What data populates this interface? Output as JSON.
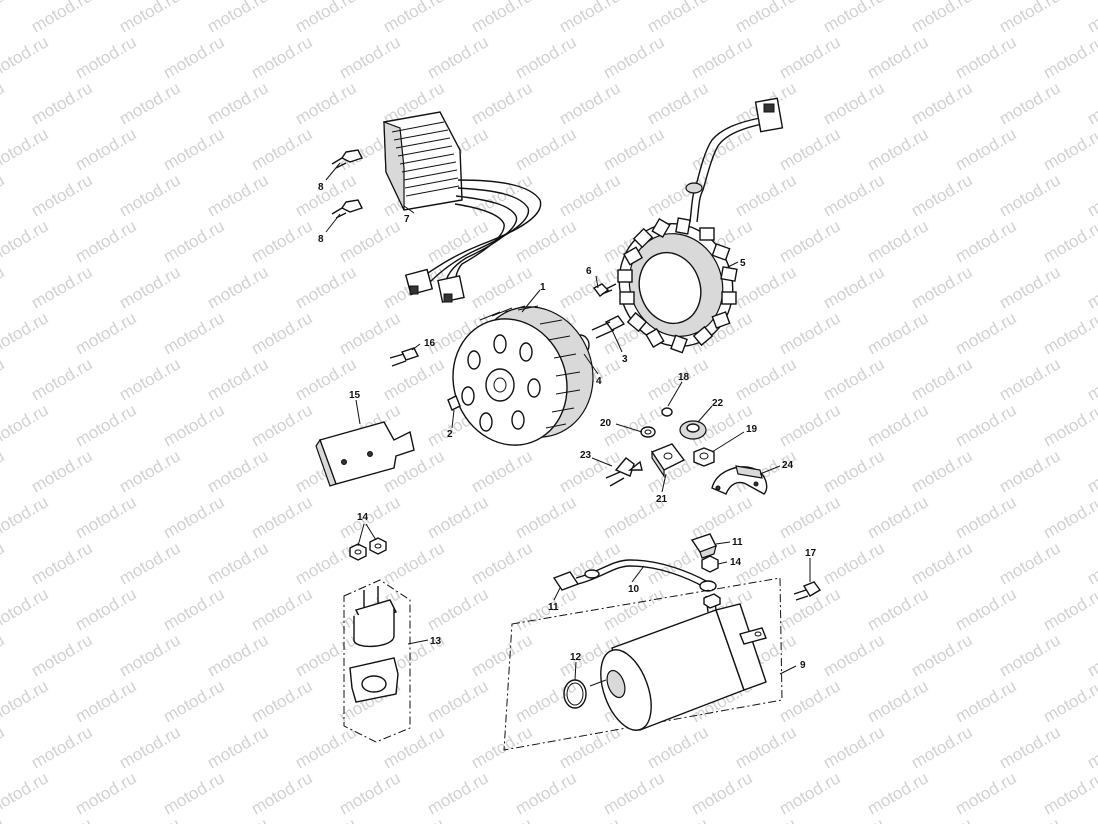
{
  "watermark": {
    "text": "motod.ru"
  },
  "callouts": [
    {
      "id": "c1",
      "label": "1"
    },
    {
      "id": "c2",
      "label": "2"
    },
    {
      "id": "c3",
      "label": "3"
    },
    {
      "id": "c4",
      "label": "4"
    },
    {
      "id": "c5",
      "label": "5"
    },
    {
      "id": "c6",
      "label": "6"
    },
    {
      "id": "c7",
      "label": "7"
    },
    {
      "id": "c8a",
      "label": "8"
    },
    {
      "id": "c8b",
      "label": "8"
    },
    {
      "id": "c9",
      "label": "9"
    },
    {
      "id": "c10",
      "label": "10"
    },
    {
      "id": "c11a",
      "label": "11"
    },
    {
      "id": "c11b",
      "label": "11"
    },
    {
      "id": "c12",
      "label": "12"
    },
    {
      "id": "c13",
      "label": "13"
    },
    {
      "id": "c14a",
      "label": "14"
    },
    {
      "id": "c14b",
      "label": "14"
    },
    {
      "id": "c15",
      "label": "15"
    },
    {
      "id": "c16",
      "label": "16"
    },
    {
      "id": "c17",
      "label": "17"
    },
    {
      "id": "c18",
      "label": "18"
    },
    {
      "id": "c19",
      "label": "19"
    },
    {
      "id": "c20",
      "label": "20"
    },
    {
      "id": "c21",
      "label": "21"
    },
    {
      "id": "c22",
      "label": "22"
    },
    {
      "id": "c23",
      "label": "23"
    },
    {
      "id": "c24",
      "label": "24"
    }
  ]
}
